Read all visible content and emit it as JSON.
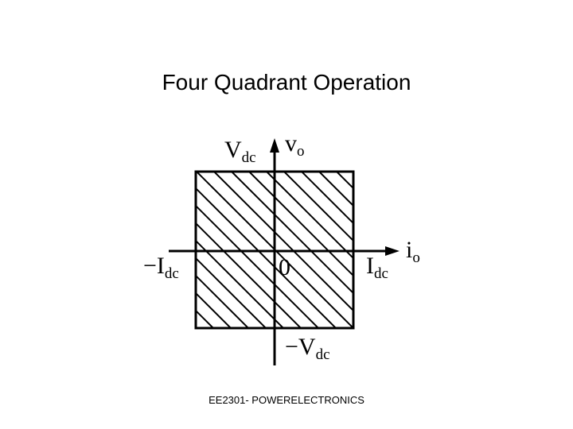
{
  "slide": {
    "title": "Four Quadrant Operation",
    "footer": "EE2301- POWERELECTRONICS"
  },
  "diagram": {
    "labels": {
      "v_axis": {
        "main": "V",
        "sub": "dc"
      },
      "v_axis_var": {
        "main": "v",
        "sub": "o"
      },
      "i_axis_var": {
        "main": "i",
        "sub": "o"
      },
      "neg_i": {
        "main": "−I",
        "sub": "dc"
      },
      "pos_i": {
        "main": "I",
        "sub": "dc"
      },
      "origin": "0",
      "neg_v": {
        "main": "−V",
        "sub": "dc"
      }
    },
    "colors": {
      "ink": "#000000",
      "background": "#ffffff"
    }
  }
}
